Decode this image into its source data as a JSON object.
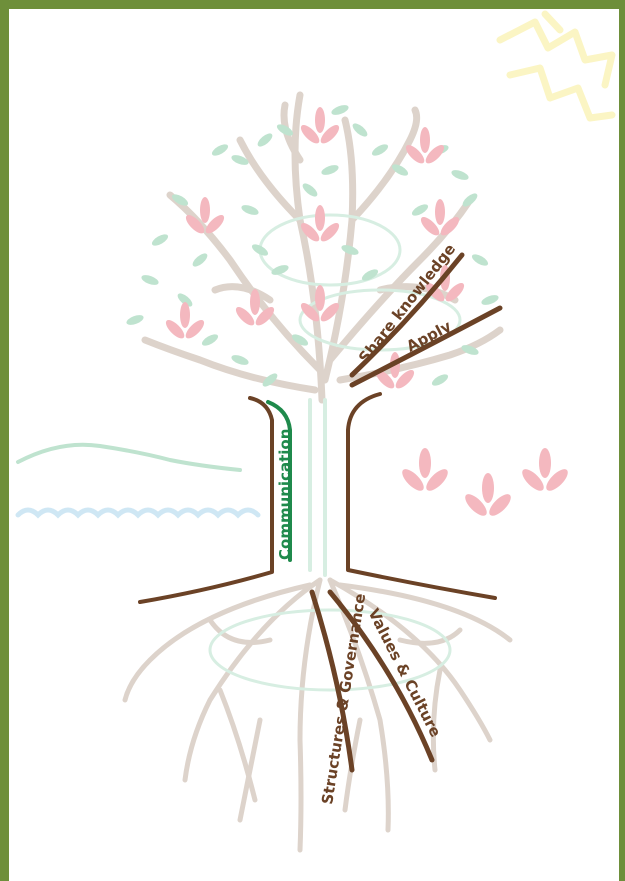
{
  "diagram": {
    "labels": {
      "share_knowledge": "Share knowledge",
      "apply": "Apply",
      "communication": "Communication",
      "structures_governance": "Structures & Governance",
      "values_culture": "Values & Culture"
    },
    "colors": {
      "frame": "#6e8f3a",
      "trunk_outline": "#6b4226",
      "communication_line": "#1f8a4c",
      "leaves": "#bfe3cf",
      "blossoms": "#f4b8bf",
      "branches": "#ddd3cb",
      "sun": "#fbf5c4",
      "water": "#cfe7f4",
      "hills": "#bfe3cf"
    }
  }
}
